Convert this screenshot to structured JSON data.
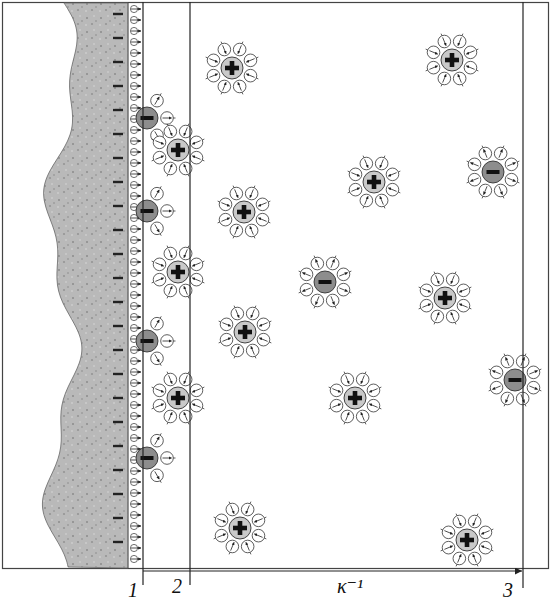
{
  "diagram": {
    "labels": [
      "1",
      "2",
      "κ⁻¹",
      "3"
    ]
  }
}
